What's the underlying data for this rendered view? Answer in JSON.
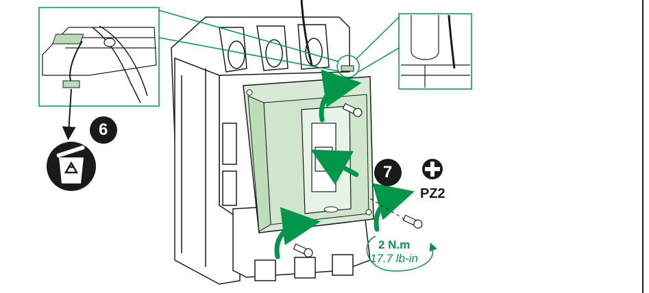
{
  "steps": [
    {
      "number": "6"
    },
    {
      "number": "7"
    }
  ],
  "tool": {
    "label": "PZ2",
    "icon": "phillips-screwdriver-icon"
  },
  "torque": {
    "nm": "2 N.m",
    "lbin": "17.7 lb-in"
  },
  "colors": {
    "accent_green": "#00974a",
    "cover_fill": "#d7ead6",
    "outline": "#1a1a1a",
    "label_fill": "#b7dbb5"
  },
  "icons": [
    "recycle-bin-icon",
    "phillips-screwdriver-icon",
    "rotation-arrow-icon",
    "screw-icon",
    "pliers-icon"
  ]
}
